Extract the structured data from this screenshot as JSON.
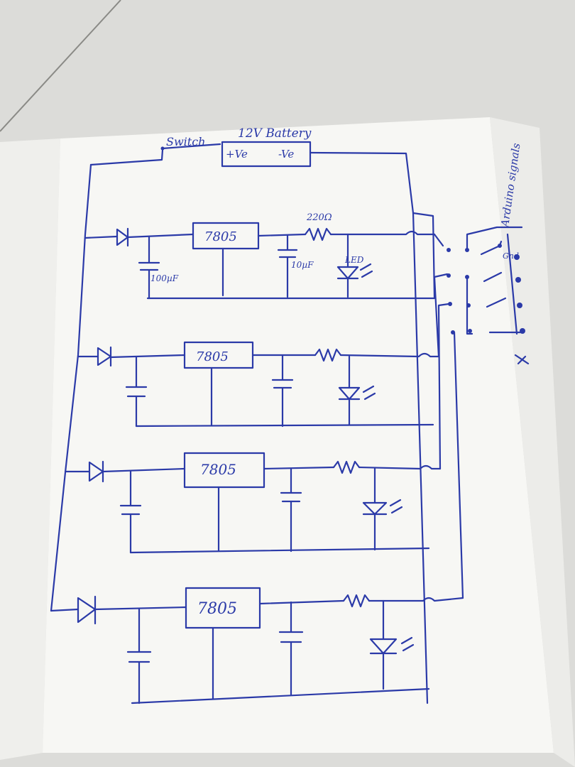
{
  "battery": {
    "title": "12V Battery",
    "pos_label": "+Ve",
    "neg_label": "-Ve"
  },
  "switch_label": "Switch",
  "regulator_label": "7805",
  "components": {
    "cap_input": "100µF",
    "cap_output": "10µF",
    "resistor": "220Ω",
    "led": "LED"
  },
  "arduino": {
    "signals_label": "Arduino signals",
    "gnd_label": "Gnd"
  },
  "colors": {
    "ink": "#2b3aa8",
    "paper": "#f6f6f3",
    "background": "#d9d9d6"
  }
}
